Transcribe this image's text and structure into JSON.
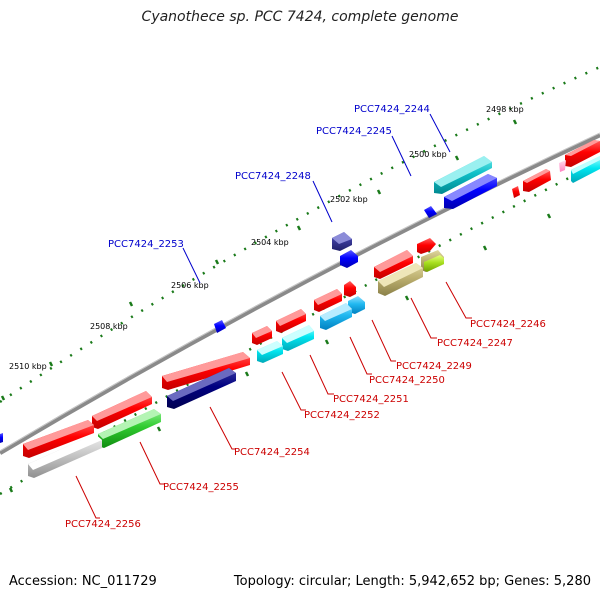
{
  "title": "Cyanothece sp. PCC 7424, complete genome",
  "footer": {
    "accession": "Accession: NC_011729",
    "topology": "Topology: circular; Length: 5,942,652 bp; Genes: 5,280"
  },
  "ruler": {
    "ticks": [
      {
        "label": "2498 kbp"
      },
      {
        "label": "2500 kbp"
      },
      {
        "label": "2502 kbp"
      },
      {
        "label": "2504 kbp"
      },
      {
        "label": "2506 kbp"
      },
      {
        "label": "2508 kbp"
      },
      {
        "label": "2510 kbp"
      }
    ]
  },
  "gene_labels": [
    {
      "text": "PCC7424_2244",
      "color": "#0000cc"
    },
    {
      "text": "PCC7424_2245",
      "color": "#0000cc"
    },
    {
      "text": "PCC7424_2248",
      "color": "#0000cc"
    },
    {
      "text": "PCC7424_2253",
      "color": "#0000cc"
    },
    {
      "text": "PCC7424_2246",
      "color": "#cc0000"
    },
    {
      "text": "PCC7424_2247",
      "color": "#cc0000"
    },
    {
      "text": "PCC7424_2249",
      "color": "#cc0000"
    },
    {
      "text": "PCC7424_2250",
      "color": "#cc0000"
    },
    {
      "text": "PCC7424_2251",
      "color": "#cc0000"
    },
    {
      "text": "PCC7424_2252",
      "color": "#cc0000"
    },
    {
      "text": "PCC7424_2254",
      "color": "#cc0000"
    },
    {
      "text": "PCC7424_2255",
      "color": "#cc0000"
    },
    {
      "text": "PCC7424_2256",
      "color": "#cc0000"
    }
  ],
  "colors": {
    "backbone": "#7f7f7f",
    "ruler_dots": "#1a7a1a",
    "label_forward": "#0000cc",
    "label_reverse": "#cc0000"
  }
}
